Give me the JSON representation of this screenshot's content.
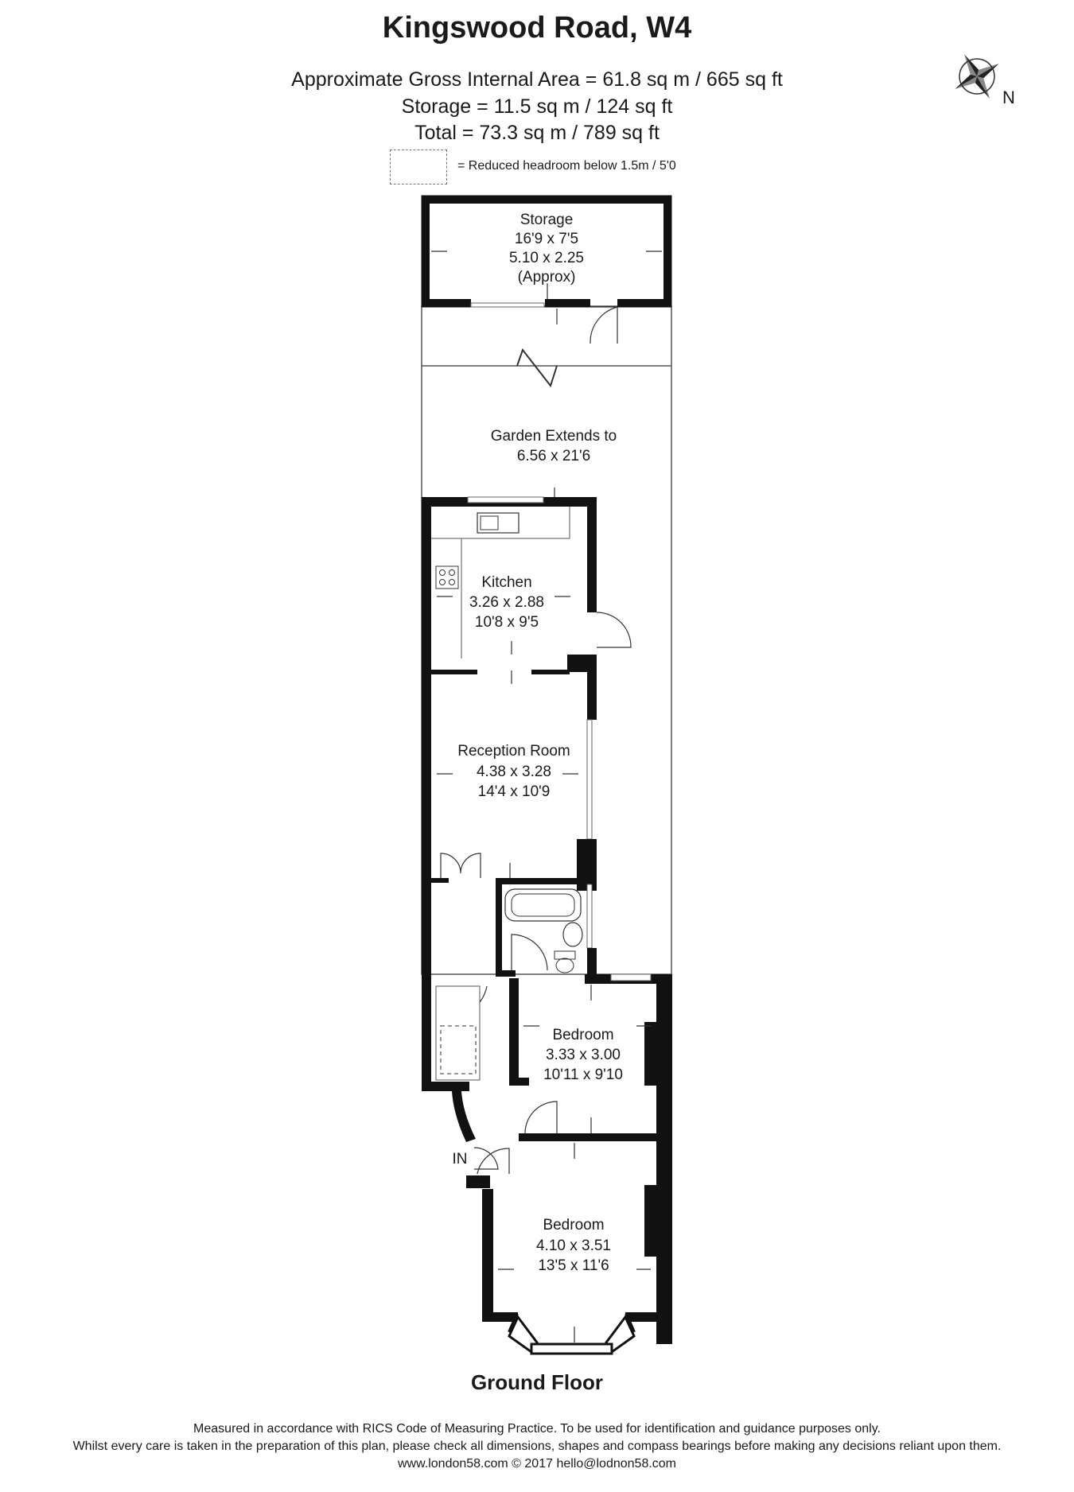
{
  "title": "Kingswood Road, W4",
  "areas": {
    "gross": "Approximate Gross Internal Area = 61.8 sq m / 665 sq ft",
    "storage": "Storage = 11.5 sq m / 124 sq ft",
    "total": "Total = 73.3 sq m / 789 sq ft"
  },
  "legend": {
    "text": "= Reduced headroom below 1.5m / 5'0"
  },
  "compass": {
    "label": "N"
  },
  "rooms": {
    "storage": {
      "name": "Storage",
      "imperial": "16'9 x 7'5",
      "metric": "5.10 x 2.25",
      "note": "(Approx)"
    },
    "garden": {
      "name": "Garden Extends to",
      "dims": "6.56 x 21'6"
    },
    "kitchen": {
      "name": "Kitchen",
      "metric": "3.26 x 2.88",
      "imperial": "10'8 x 9'5"
    },
    "reception": {
      "name": "Reception Room",
      "metric": "4.38 x 3.28",
      "imperial": "14'4 x 10'9"
    },
    "bedroom1": {
      "name": "Bedroom",
      "metric": "3.33 x 3.00",
      "imperial": "10'11 x 9'10"
    },
    "bedroom2": {
      "name": "Bedroom",
      "metric": "4.10 x 3.51",
      "imperial": "13'5 x 11'6"
    },
    "entrance": {
      "label": "IN"
    }
  },
  "floor": "Ground Floor",
  "disclaimer": {
    "line1": "Measured in accordance with RICS Code of Measuring Practice. To be used for identification and guidance purposes only.",
    "line2": "Whilst every care is taken in the preparation of this plan, please check all dimensions, shapes and compass bearings before making any decisions reliant upon them.",
    "line3": "www.london58.com © 2017 hello@lodnon58.com"
  }
}
